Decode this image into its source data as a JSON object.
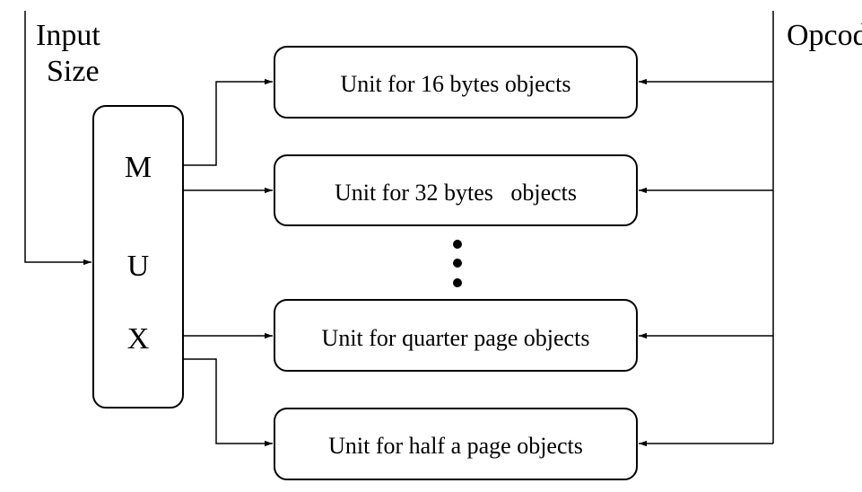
{
  "input_label": {
    "line1": "Input",
    "line2": "Size"
  },
  "opcode_label": "Opcode",
  "mux": {
    "letters": [
      "M",
      "U",
      "X"
    ]
  },
  "units": [
    "Unit for 16 bytes objects",
    "Unit for 32 bytes   objects",
    "Unit for quarter page objects",
    "Unit for half a page objects"
  ],
  "ellipsis_dots": 3
}
